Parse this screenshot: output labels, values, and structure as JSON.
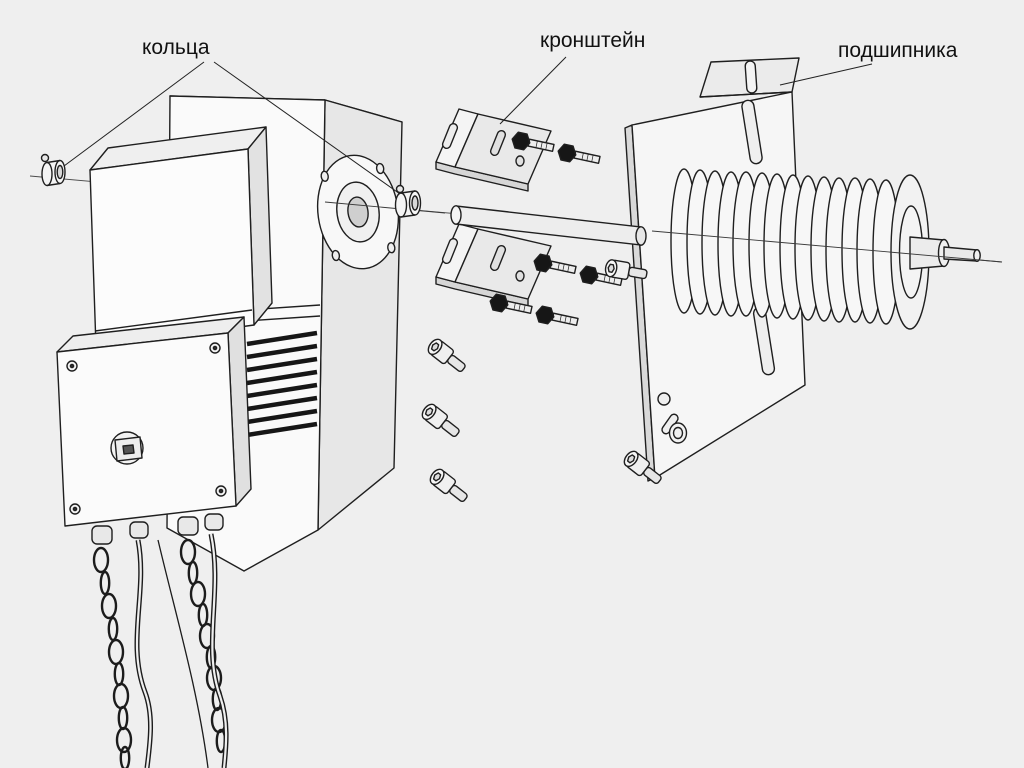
{
  "diagram": {
    "labels": {
      "rings": "кольца",
      "bracket": "кронштейн",
      "bearing": "подшипника"
    },
    "colors": {
      "background": "#efefef",
      "line": "#1f1f1f"
    }
  }
}
